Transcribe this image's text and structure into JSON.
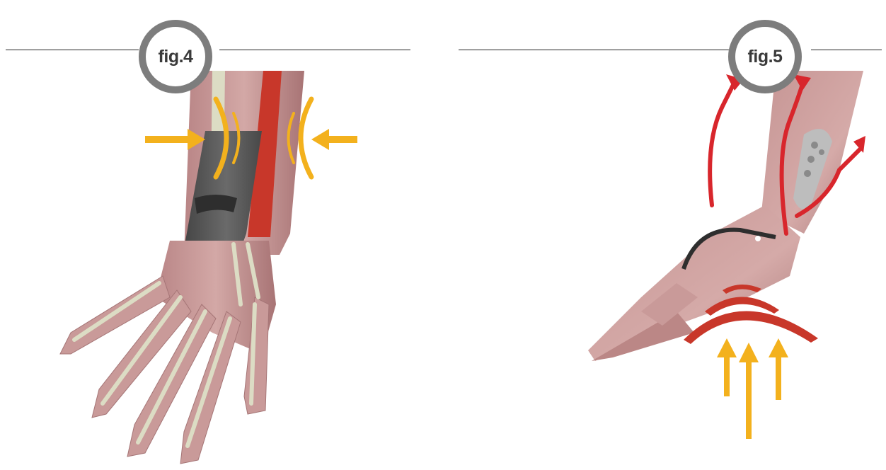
{
  "figures": [
    {
      "label": "fig.4",
      "illustration": "hand-dorsal-wrist-brace-compression"
    },
    {
      "label": "fig.5",
      "illustration": "hand-lateral-wrist-brace-impact"
    }
  ],
  "colors": {
    "skin": "#c99a99",
    "skin_dark": "#a57576",
    "bone": "#dcdcc4",
    "tendon_red": "#c8372a",
    "arrow_yellow": "#f3b11d",
    "arrow_red": "#d8262c",
    "brace_gray": "#5a5a5a",
    "badge_ring": "#7d7d7d",
    "rule_line": "#222222"
  },
  "icons": [
    "compression-arrow-icon",
    "impact-arc-icon",
    "upward-arrow-icon",
    "red-flow-arrow-icon"
  ]
}
